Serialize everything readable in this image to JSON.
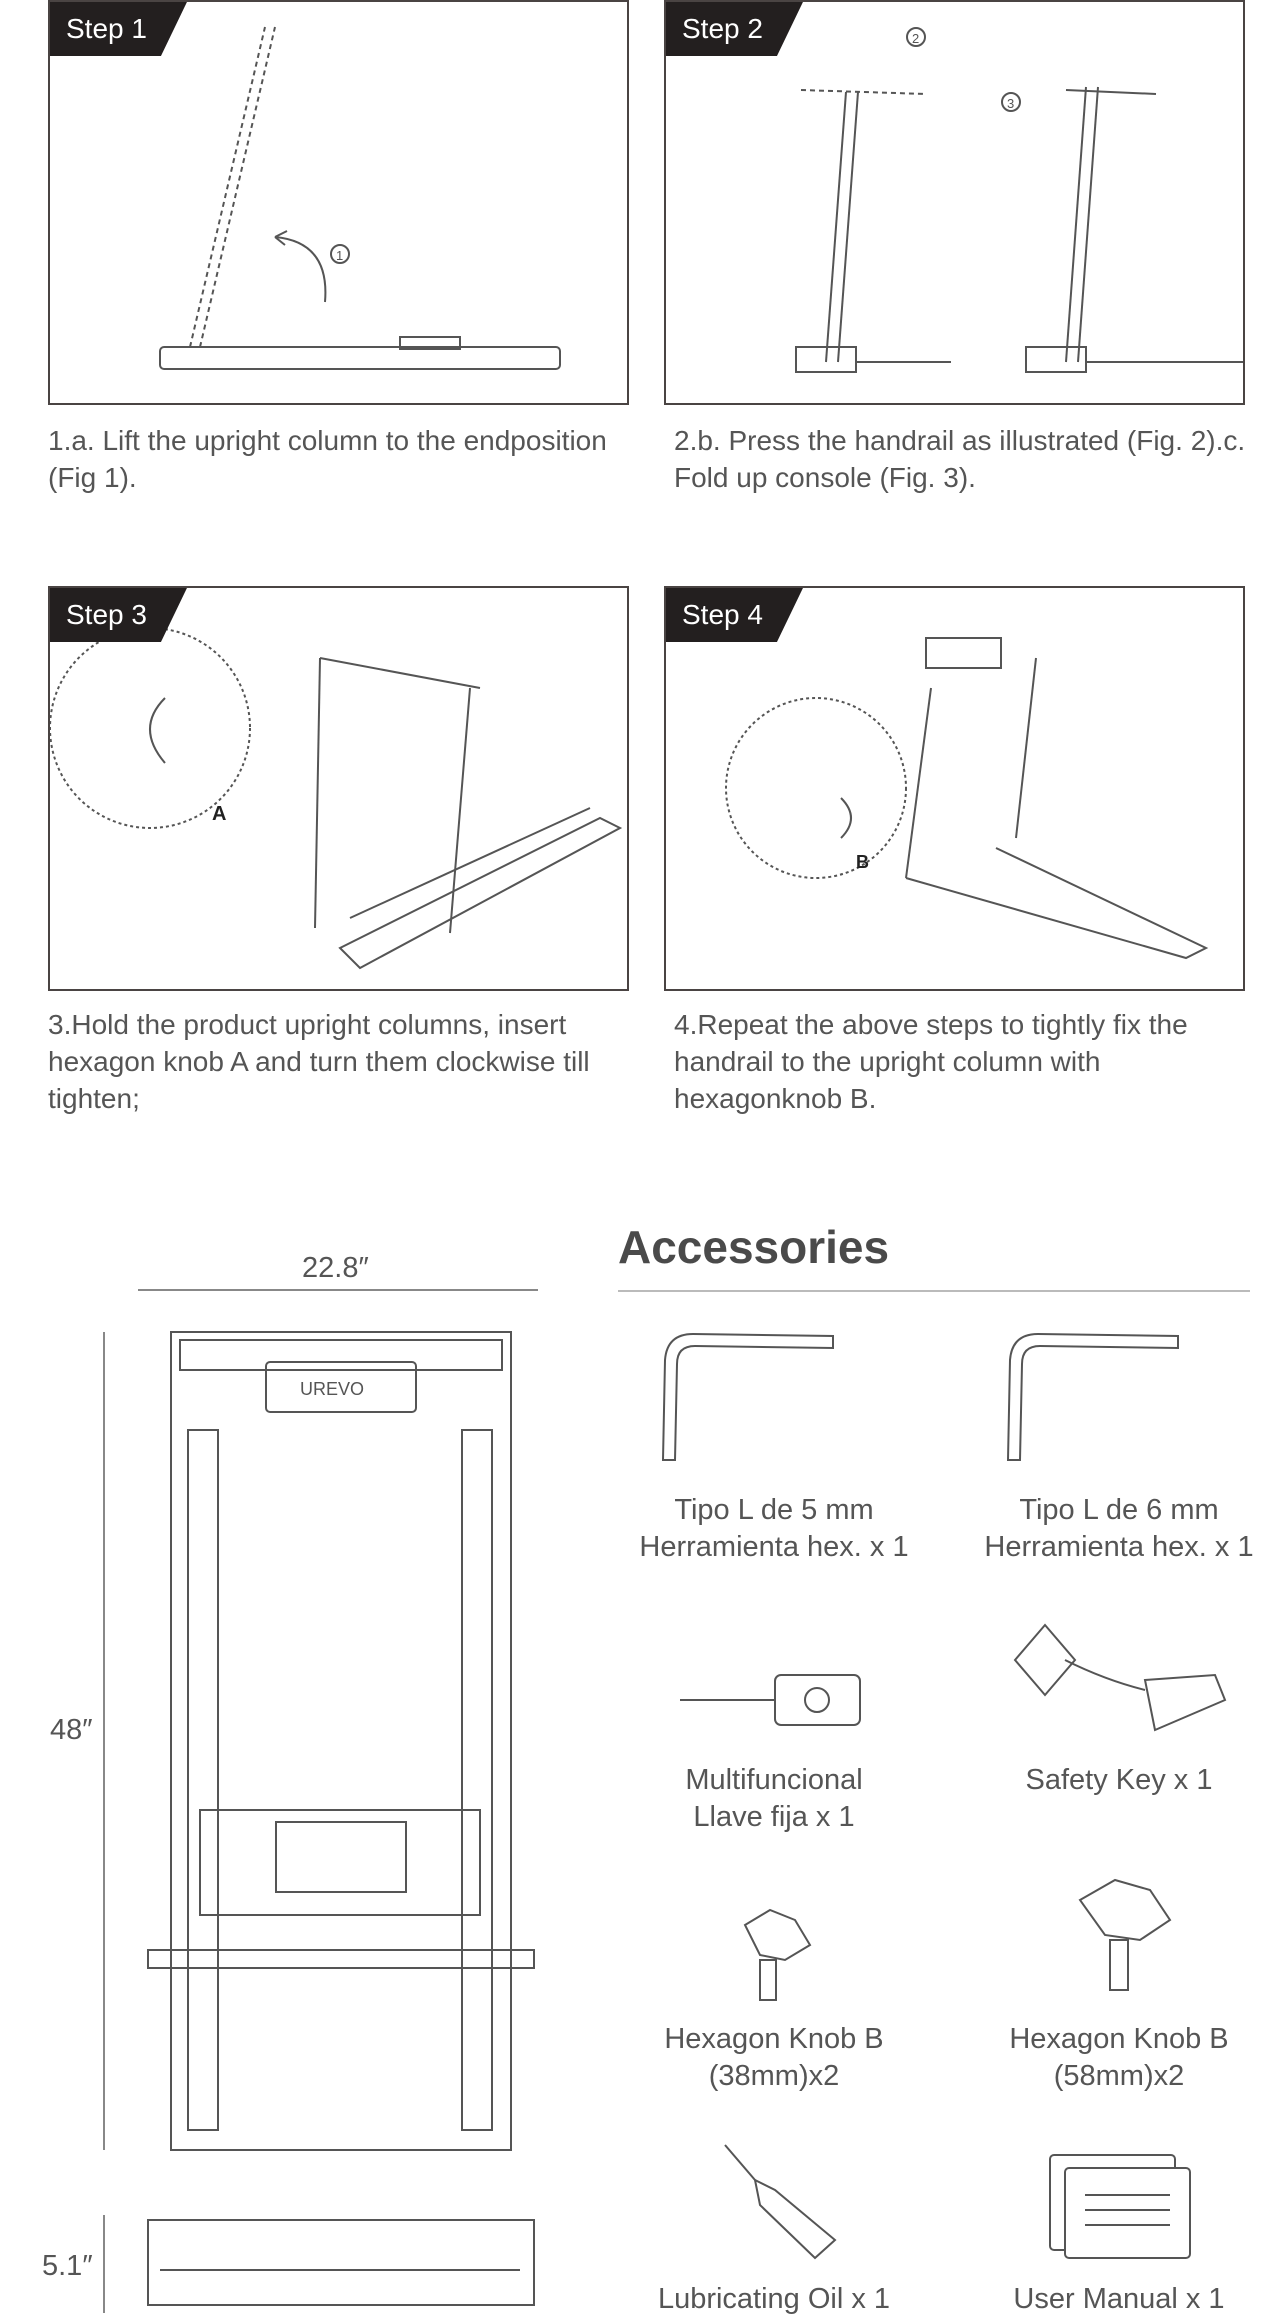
{
  "steps": [
    {
      "tag": "Step 1",
      "caption": "1.a. Lift the upright column to the endposition (Fig 1)."
    },
    {
      "tag": "Step 2",
      "caption": "2.b. Press the handrail as illustrated (Fig. 2).c.  Fold up console (Fig. 3)."
    },
    {
      "tag": "Step 3",
      "caption": "3.Hold the product upright columns, insert hexagon knob A and turn them clockwise till tighten;"
    },
    {
      "tag": "Step 4",
      "caption": "4.Repeat the above steps to tightly fix the handrail to the upright column with hexagonknob B."
    }
  ],
  "callouts": {
    "one": "1",
    "two": "2",
    "three": "3",
    "a": "A",
    "b": "B"
  },
  "dimensions": {
    "width": "22.8″",
    "length": "48″",
    "height": "5.1″"
  },
  "brand_logo": "UREVO",
  "accessories": {
    "title": "Accessories",
    "items": [
      {
        "line1": "Tipo L de 5 mm",
        "line2": "Herramienta hex. x 1"
      },
      {
        "line1": "Tipo L de 6 mm",
        "line2": "Herramienta hex. x 1"
      },
      {
        "line1": "Multifuncional",
        "line2": "Llave fija x 1"
      },
      {
        "line1": "Safety Key x 1",
        "line2": ""
      },
      {
        "line1": "Hexagon Knob B",
        "line2": "(38mm)x2"
      },
      {
        "line1": "Hexagon Knob B",
        "line2": "(58mm)x2"
      },
      {
        "line1": "Lubricating Oil x 1",
        "line2": ""
      },
      {
        "line1": "User Manual x 1",
        "line2": ""
      }
    ]
  }
}
